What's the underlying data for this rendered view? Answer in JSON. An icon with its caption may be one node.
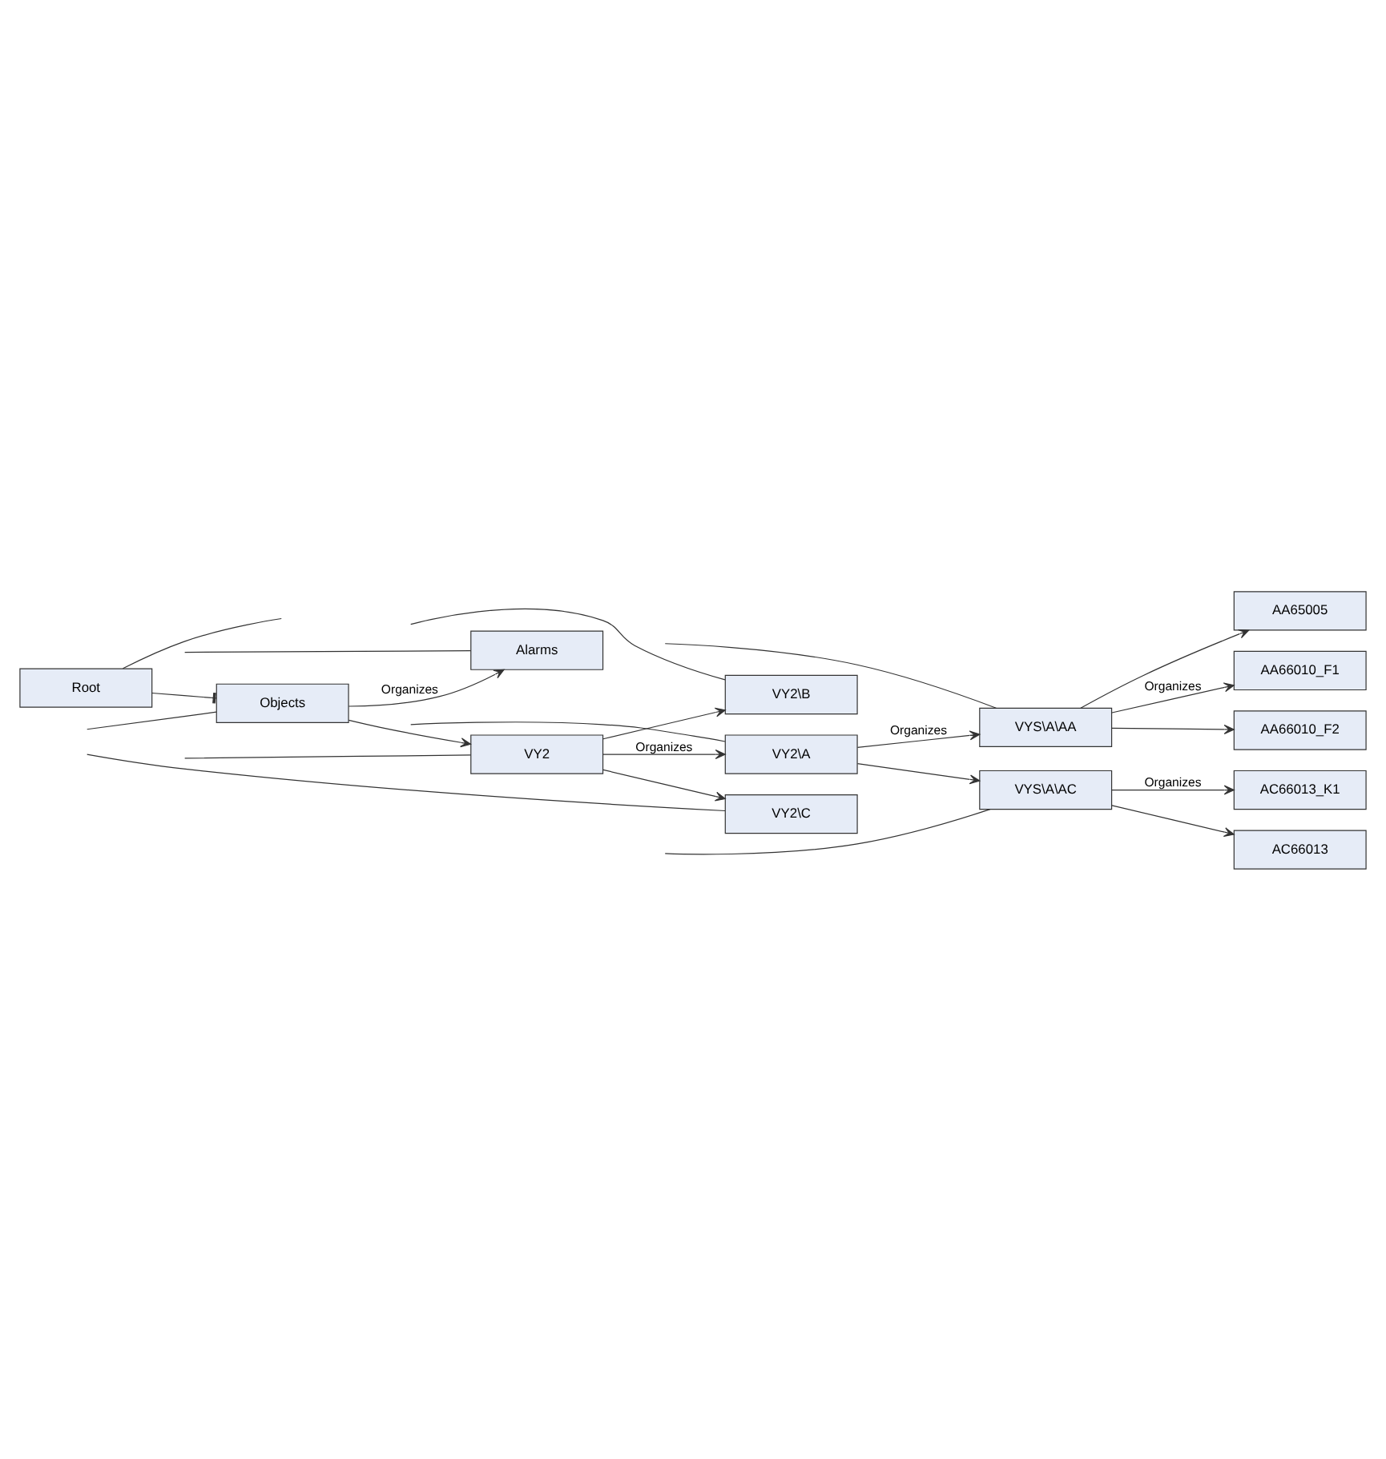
{
  "diagram": {
    "nodes": [
      {
        "text": [
          "Root"
        ]
      },
      {
        "text": [
          "Objects"
        ]
      },
      {
        "text": [
          "Alarms"
        ]
      },
      {
        "text": [
          "VY2"
        ]
      },
      {
        "text": [
          "VY2\\A"
        ]
      },
      {
        "text": [
          "VYS\\A\\AA"
        ]
      },
      {
        "text": [
          "VYS\\A\\AC"
        ]
      },
      {
        "text": [
          "VY2\\B"
        ]
      },
      {
        "text": [
          "VY2\\C"
        ]
      },
      {
        "text": [
          "AA65005"
        ]
      },
      {
        "text": [
          "AA66010_F1"
        ]
      },
      {
        "text": [
          "AA66010_F2"
        ]
      },
      {
        "text": [
          "AC66013"
        ]
      },
      {
        "text": [
          "AC66013_K1"
        ]
      }
    ],
    "edges": [
      {
        "from": 0,
        "to": 1,
        "arrow": "other"
      },
      {
        "from": 0,
        "to": null,
        "arrow": "none"
      },
      {
        "from": 1,
        "to": 2,
        "arrow": "to",
        "label": "Organizes"
      },
      {
        "from": 1,
        "to": 3,
        "arrow": "to"
      },
      {
        "from": 3,
        "to": 4,
        "arrow": "to",
        "label": "Organizes"
      },
      {
        "from": 3,
        "to": 7,
        "arrow": "to"
      },
      {
        "from": 3,
        "to": 8,
        "arrow": "to"
      },
      {
        "from": 4,
        "to": 5,
        "arrow": "to",
        "label": "Organizes"
      },
      {
        "from": 4,
        "to": 6,
        "arrow": "to"
      },
      {
        "from": 5,
        "to": 9,
        "arrow": "to"
      },
      {
        "from": 5,
        "to": 10,
        "arrow": "to",
        "label": "Organizes"
      },
      {
        "from": 5,
        "to": 11,
        "arrow": "to"
      },
      {
        "from": 6,
        "to": 12,
        "arrow": "to"
      },
      {
        "from": 6,
        "to": 13,
        "arrow": "to",
        "label": "Organizes"
      },
      {
        "from": null,
        "to": 1,
        "arrow": "none"
      },
      {
        "from": null,
        "to": 2,
        "arrow": "none"
      },
      {
        "from": null,
        "to": 3,
        "arrow": "none"
      },
      {
        "from": null,
        "to": 4,
        "arrow": "none"
      },
      {
        "from": null,
        "to": 5,
        "arrow": "none"
      },
      {
        "from": null,
        "to": 6,
        "arrow": "none"
      },
      {
        "from": null,
        "to": 7,
        "arrow": "none"
      },
      {
        "from": null,
        "to": 8,
        "arrow": "none"
      }
    ]
  }
}
